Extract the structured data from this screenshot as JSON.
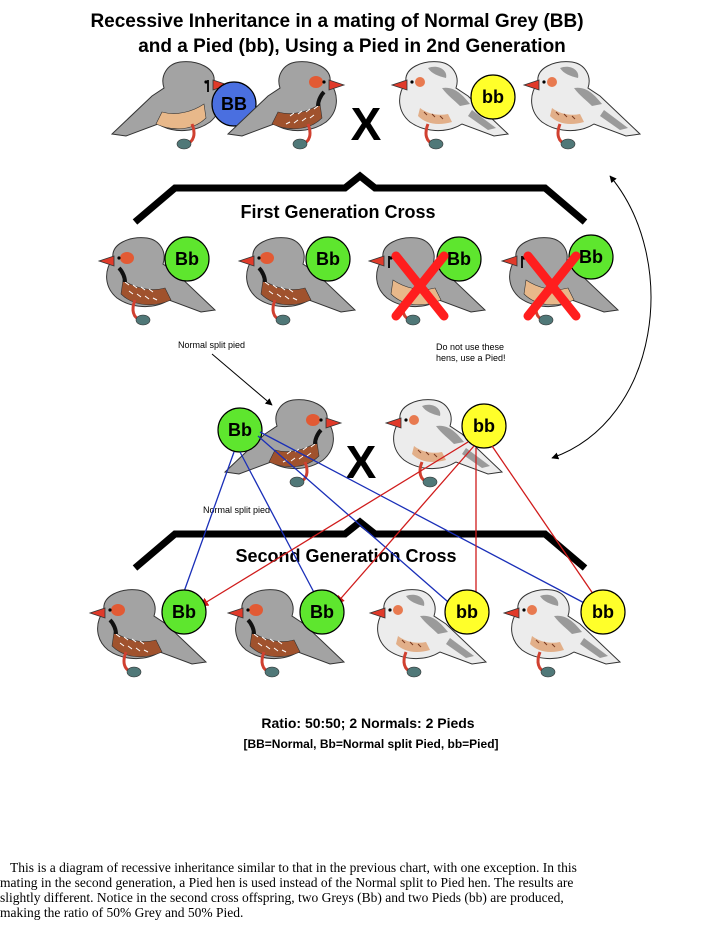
{
  "title": {
    "line1": "Recessive Inheritance in a mating of Normal Grey (BB)",
    "line2": "and a Pied (bb), Using a Pied in 2nd Generation"
  },
  "cross_symbol": "X",
  "parents": {
    "left_genotype": "BB",
    "right_genotype": "bb"
  },
  "first_generation": {
    "label": "First Generation Cross",
    "offspring": [
      "Bb",
      "Bb",
      "Bb",
      "Bb"
    ],
    "note_split": "Normal split pied",
    "note_reject_line1": "Do not use these",
    "note_reject_line2": "hens, use a Pied!"
  },
  "second_parents": {
    "left_genotype": "Bb",
    "left_note": "Normal split pied",
    "right_genotype": "bb"
  },
  "second_generation": {
    "label": "Second Generation Cross",
    "offspring": [
      "Bb",
      "Bb",
      "bb",
      "bb"
    ]
  },
  "ratio": "Ratio: 50:50; 2 Normals: 2 Pieds",
  "legend": "[BB=Normal, Bb=Normal split Pied, bb=Pied]",
  "caption": {
    "line1": "This is a diagram of recessive inheritance similar to that  in the previous chart, with one exception.  In this",
    "line2": "mating in the second generation, a Pied hen is used instead of the Normal split to Pied hen.  The results are",
    "line3": "slightly different.  Notice in the second cross offspring, two Greys (Bb) and two Pieds (bb) are produced,",
    "line4": "making the ratio of 50% Grey and 50% Pied."
  },
  "colors": {
    "BB_circle": "#4a6fe0",
    "Bb_circle": "#5ee62e",
    "bb_circle": "#ffff2a",
    "reject_x": "#ff1e1e",
    "blue_arrow": "#1a2fb8",
    "red_arrow": "#d01c1c",
    "normal_body": "#9a9a9a",
    "pied_body": "#e8e8e8",
    "beak": "#e03a2a",
    "feet": "#507878"
  }
}
